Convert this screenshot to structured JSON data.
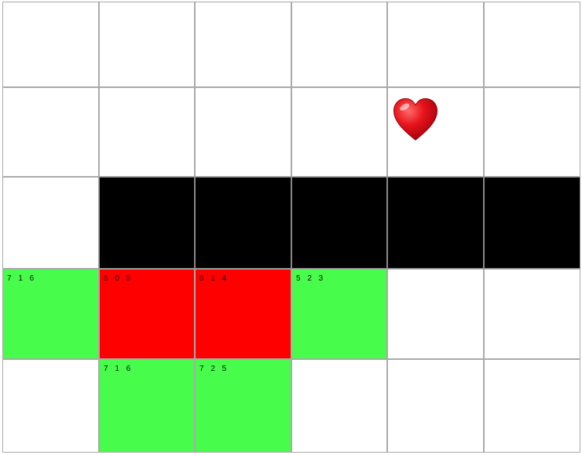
{
  "board": {
    "rows": 5,
    "cols": 6,
    "colors": {
      "empty": "#ffffff",
      "wall": "#000000",
      "open": "#47fc4a",
      "closed": "#fe0000",
      "grid_line": "#aaaaaa"
    },
    "cells": [
      {
        "row": 2,
        "col": 1,
        "state": "wall"
      },
      {
        "row": 2,
        "col": 2,
        "state": "wall"
      },
      {
        "row": 2,
        "col": 3,
        "state": "wall"
      },
      {
        "row": 2,
        "col": 4,
        "state": "wall"
      },
      {
        "row": 2,
        "col": 5,
        "state": "wall"
      },
      {
        "row": 3,
        "col": 0,
        "state": "open",
        "label": "7 1 6"
      },
      {
        "row": 3,
        "col": 1,
        "state": "closed",
        "label": "5 0 5"
      },
      {
        "row": 3,
        "col": 2,
        "state": "closed",
        "label": "5 1 4"
      },
      {
        "row": 3,
        "col": 3,
        "state": "open",
        "label": "5 2 3"
      },
      {
        "row": 4,
        "col": 1,
        "state": "open",
        "label": "7 1 6"
      },
      {
        "row": 4,
        "col": 2,
        "state": "open",
        "label": "7 2 5"
      }
    ],
    "goal": {
      "row": 1,
      "col": 4,
      "icon": "heart-icon",
      "color": "#e8141c"
    }
  }
}
